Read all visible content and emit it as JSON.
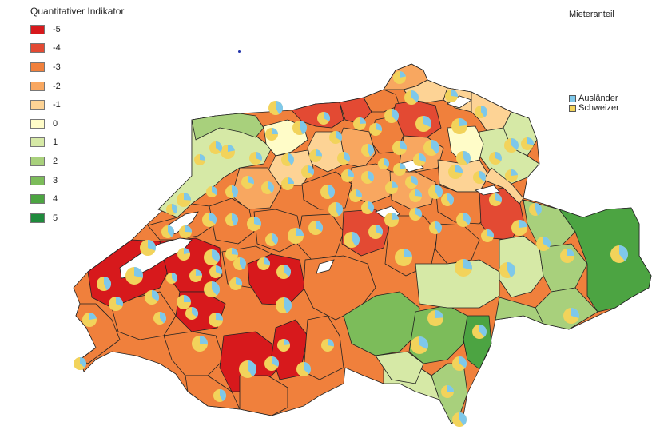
{
  "legend": {
    "title": "Quantitativer Indikator",
    "items": [
      {
        "label": "-5",
        "color": "#d7191c"
      },
      {
        "label": "-4",
        "color": "#e34a33"
      },
      {
        "label": "-3",
        "color": "#f0803c"
      },
      {
        "label": "-2",
        "color": "#f8a760"
      },
      {
        "label": "-1",
        "color": "#fdd395"
      },
      {
        "label": "0",
        "color": "#fffcc8"
      },
      {
        "label": "1",
        "color": "#d6e9a6"
      },
      {
        "label": "2",
        "color": "#a8d07c"
      },
      {
        "label": "3",
        "color": "#7cbc5a"
      },
      {
        "label": "4",
        "color": "#4ca442"
      },
      {
        "label": "5",
        "color": "#1f8a3c"
      }
    ]
  },
  "pie_legend": {
    "title": "Mieteranteil",
    "items": [
      {
        "label": "Ausländer",
        "color": "#7ec8ea"
      },
      {
        "label": "Schweizer",
        "color": "#f2d35b"
      }
    ]
  }
}
